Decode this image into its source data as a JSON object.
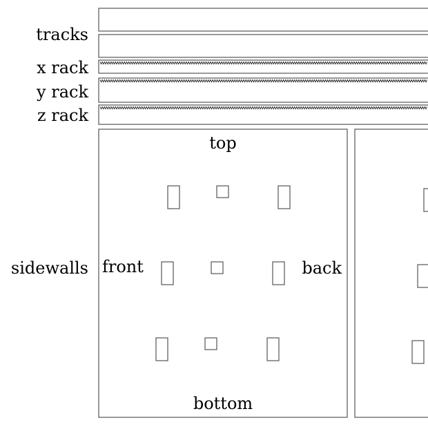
{
  "labels": {
    "tracks": "tracks",
    "x_rack": "x rack",
    "y_rack": "y rack",
    "z_rack": "z rack",
    "sidewalls": "sidewalls"
  },
  "panel": {
    "top": "top",
    "bottom": "bottom",
    "front": "front",
    "back": "back"
  },
  "colors": {
    "stroke": "#555555",
    "text": "#000000"
  }
}
